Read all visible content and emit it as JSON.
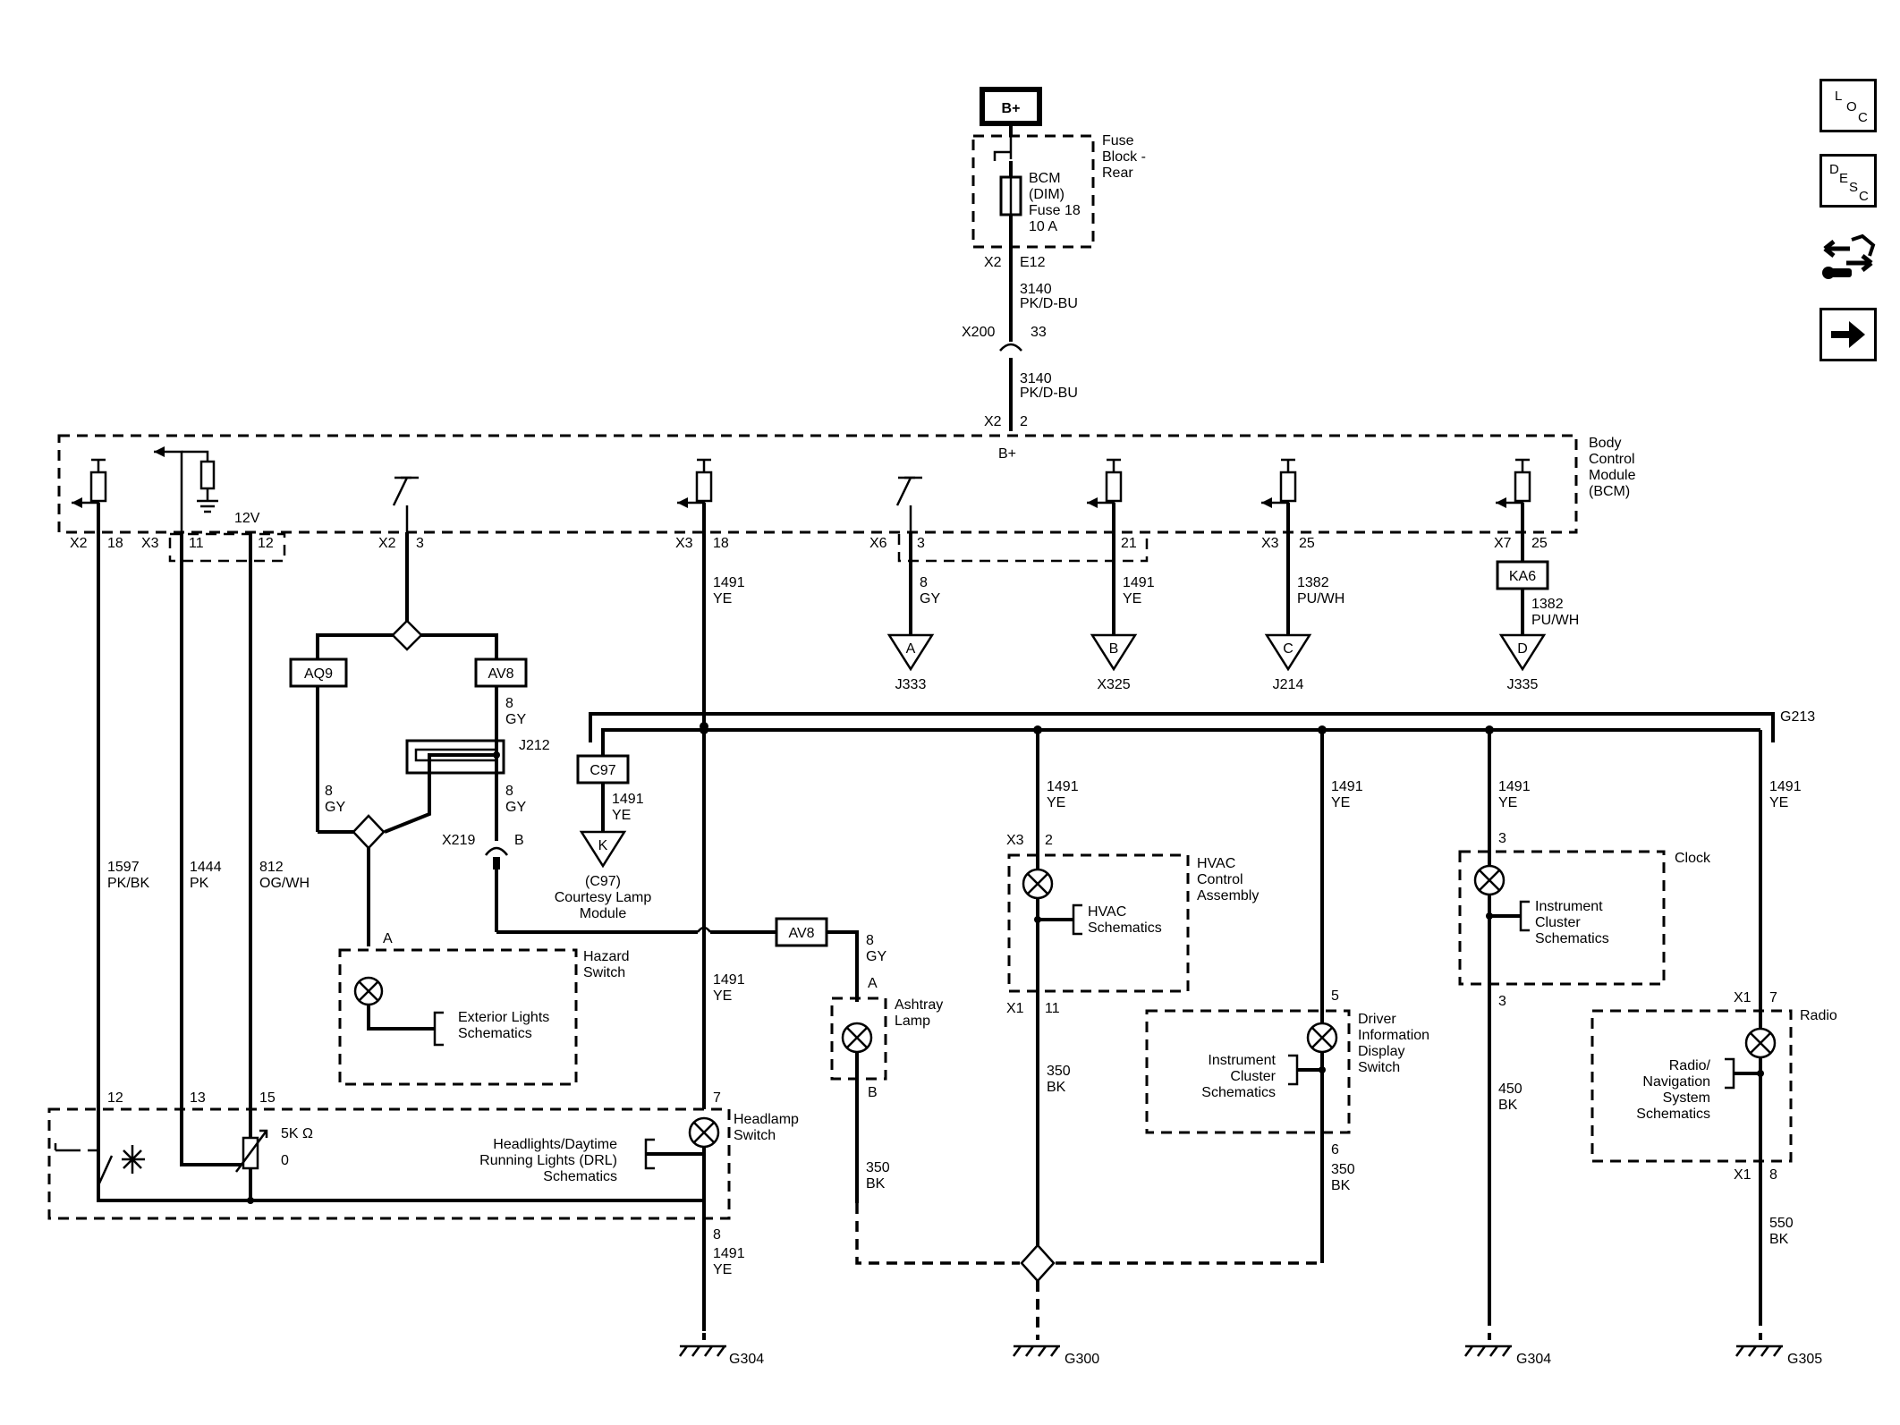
{
  "power": {
    "label": "B+"
  },
  "fuse_block": {
    "name": [
      "Fuse",
      "Block -",
      "Rear"
    ],
    "fuse": [
      "BCM",
      "(DIM)",
      "Fuse 18",
      "10 A"
    ],
    "conn": "X2",
    "pin": "E12"
  },
  "feed_wire": {
    "circuit": "3140",
    "color": "PK/D-BU"
  },
  "inline_conn": {
    "name": "X200",
    "pin": "33"
  },
  "bcm": {
    "name": [
      "Body",
      "Control",
      "Module",
      "(BCM)"
    ],
    "bplus_conn": "X2",
    "bplus_pin": "2",
    "bplus_label": "B+",
    "v12": "12V",
    "pins": [
      {
        "conn": "X2",
        "pin": "18"
      },
      {
        "conn": "X3",
        "pin": "11"
      },
      {
        "pin": "12"
      },
      {
        "conn": "X2",
        "pin": "3"
      },
      {
        "conn": "X3",
        "pin": "18"
      },
      {
        "conn": "X6",
        "pin": "3"
      },
      {
        "pin": "21"
      },
      {
        "conn": "X3",
        "pin": "25"
      },
      {
        "conn": "X7",
        "pin": "25"
      }
    ]
  },
  "wires": {
    "w1597": [
      "1597",
      "PK/BK"
    ],
    "w1444": [
      "1444",
      "PK"
    ],
    "w812": [
      "812",
      "OG/WH"
    ],
    "w1491": [
      "1491",
      "YE"
    ],
    "w8gy": [
      "8",
      "GY"
    ],
    "w1382": [
      "1382",
      "PU/WH"
    ],
    "w350": [
      "350",
      "BK"
    ],
    "w450": [
      "450",
      "BK"
    ],
    "w550": [
      "550",
      "BK"
    ]
  },
  "options": {
    "aq9": "AQ9",
    "av8": "AV8",
    "ka6": "KA6",
    "c97": "C97"
  },
  "offpage": [
    {
      "letter": "A",
      "ref": "J333"
    },
    {
      "letter": "B",
      "ref": "X325"
    },
    {
      "letter": "C",
      "ref": "J214"
    },
    {
      "letter": "D",
      "ref": "J335"
    },
    {
      "letter": "K",
      "ref": "(C97)"
    }
  ],
  "courtesy": [
    "Courtesy Lamp",
    "Module"
  ],
  "splices": {
    "j212": "J212",
    "g213": "G213"
  },
  "x219": {
    "name": "X219",
    "pin": "B"
  },
  "hazard": {
    "name": [
      "Hazard",
      "Switch"
    ],
    "pin": "A",
    "ref": [
      "Exterior Lights",
      "Schematics"
    ]
  },
  "ashtray": {
    "name": [
      "Ashtray",
      "Lamp"
    ],
    "pin_a": "A",
    "pin_b": "B"
  },
  "headlamp": {
    "name": [
      "Headlamp",
      "Switch"
    ],
    "pins": [
      "12",
      "13",
      "15",
      "7",
      "8"
    ],
    "pot": "5K Ω",
    "zero": "0",
    "ref": [
      "Headlights/Daytime",
      "Running Lights (DRL)",
      "Schematics"
    ]
  },
  "hvac": {
    "name": [
      "HVAC",
      "Control",
      "Assembly"
    ],
    "in_conn": "X3",
    "in_pin": "2",
    "out_conn": "X1",
    "out_pin": "11",
    "ref": [
      "HVAC",
      "Schematics"
    ]
  },
  "dids": {
    "name": [
      "Driver",
      "Information",
      "Display",
      "Switch"
    ],
    "in_pin": "5",
    "out_pin": "6",
    "ref": [
      "Instrument",
      "Cluster",
      "Schematics"
    ]
  },
  "clock": {
    "name": "Clock",
    "in_pin": "3",
    "out_pin": "3",
    "ref": [
      "Instrument",
      "Cluster",
      "Schematics"
    ]
  },
  "radio": {
    "name": "Radio",
    "in_conn": "X1",
    "in_pin": "7",
    "out_conn": "X1",
    "out_pin": "8",
    "ref": [
      "Radio/",
      "Navigation",
      "System",
      "Schematics"
    ]
  },
  "grounds": [
    "G304",
    "G300",
    "G304",
    "G305"
  ],
  "nav": {
    "loc": [
      "L",
      "O",
      "C"
    ],
    "desc": [
      "D",
      "E",
      "S",
      "C"
    ]
  }
}
